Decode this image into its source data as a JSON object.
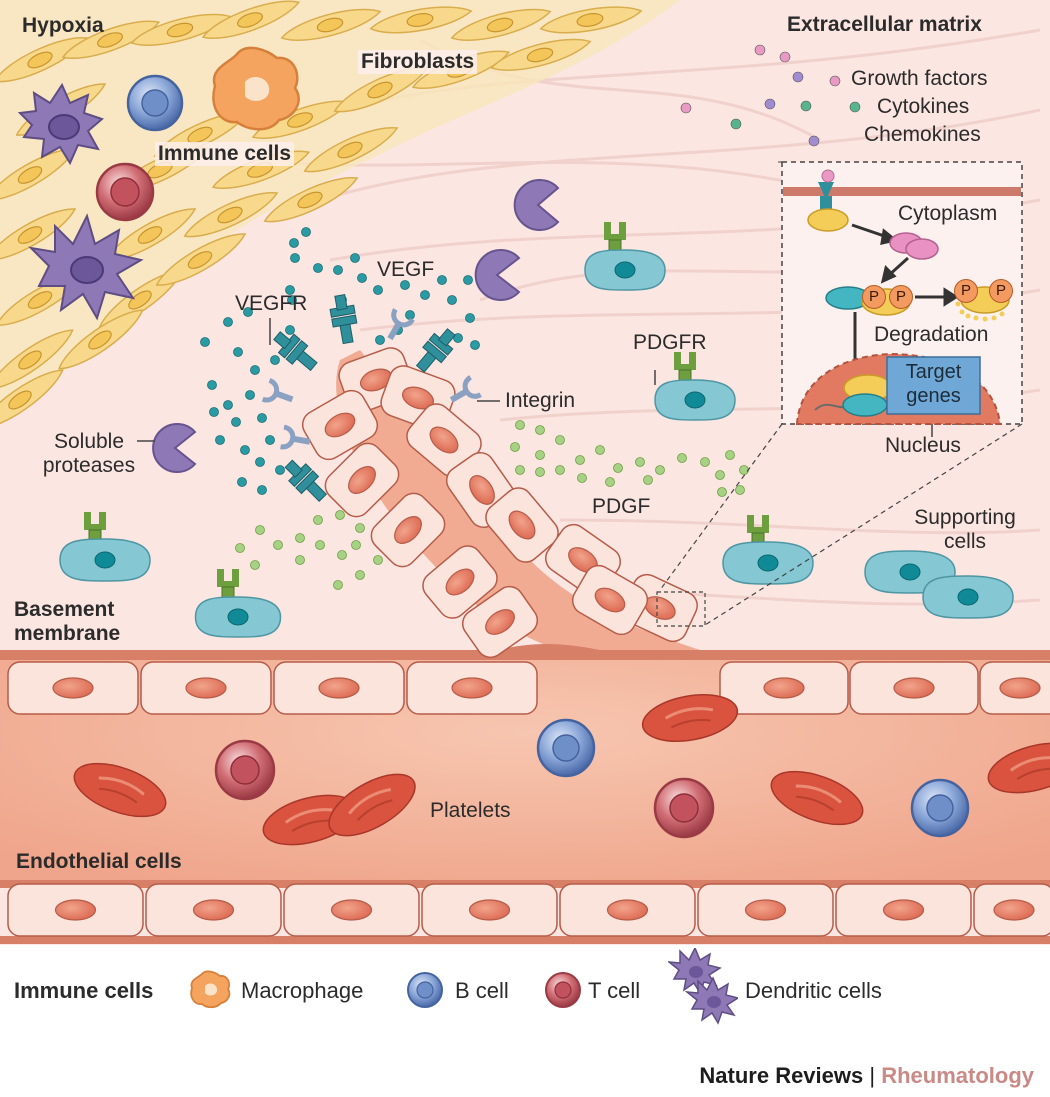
{
  "labels": {
    "hypoxia": "Hypoxia",
    "fibroblasts": "Fibroblasts",
    "immune_cells": "Immune cells",
    "extracellular_matrix": "Extracellular matrix",
    "growth_factors": "Growth factors",
    "cytokines": "Cytokines",
    "chemokines": "Chemokines",
    "cytoplasm": "Cytoplasm",
    "degradation": "Degradation",
    "target_genes_1": "Target",
    "target_genes_2": "genes",
    "nucleus": "Nucleus",
    "phospho": "P",
    "vegf": "VEGF",
    "vegfr": "VEGFR",
    "pdgfr": "PDGFR",
    "integrin": "Integrin",
    "soluble_proteases_1": "Soluble",
    "soluble_proteases_2": "proteases",
    "pdgf": "PDGF",
    "supporting_cells_1": "Supporting",
    "supporting_cells_2": "cells",
    "basement_membrane_1": "Basement",
    "basement_membrane_2": "membrane",
    "platelets": "Platelets",
    "endothelial_cells": "Endothelial cells"
  },
  "legend": {
    "title": "Immune cells",
    "items": [
      {
        "label": "Macrophage",
        "icon": "macrophage-icon"
      },
      {
        "label": "B cell",
        "icon": "b-cell-icon"
      },
      {
        "label": "T cell",
        "icon": "t-cell-icon"
      },
      {
        "label": "Dendritic cells",
        "icon": "dendritic-cell-icon"
      }
    ]
  },
  "credit": {
    "journal": "Nature Reviews",
    "separator": " | ",
    "subject": "Rheumatology"
  },
  "colors": {
    "tissue_bg": "#fbe4e0",
    "fibroblast": "#f7d98a",
    "vessel": "#eba98f",
    "vessel_lumen": "#f3b8a0",
    "endothelial": "#fbe7e0",
    "nucleus": "#e8876f",
    "rbc": "#d9533f",
    "b_cell": "#7f9fd4",
    "t_cell": "#c45a63",
    "macrophage": "#f4a45e",
    "dendritic": "#8e78b5",
    "vegf_dot": "#2a9aa3",
    "pdgf_dot": "#9cc97a",
    "receptor_vegfr": "#2f8f9a",
    "receptor_pdgfr": "#6e9f3f",
    "supporting_cell": "#85c7d3",
    "rheumatology": "#c98a86"
  }
}
